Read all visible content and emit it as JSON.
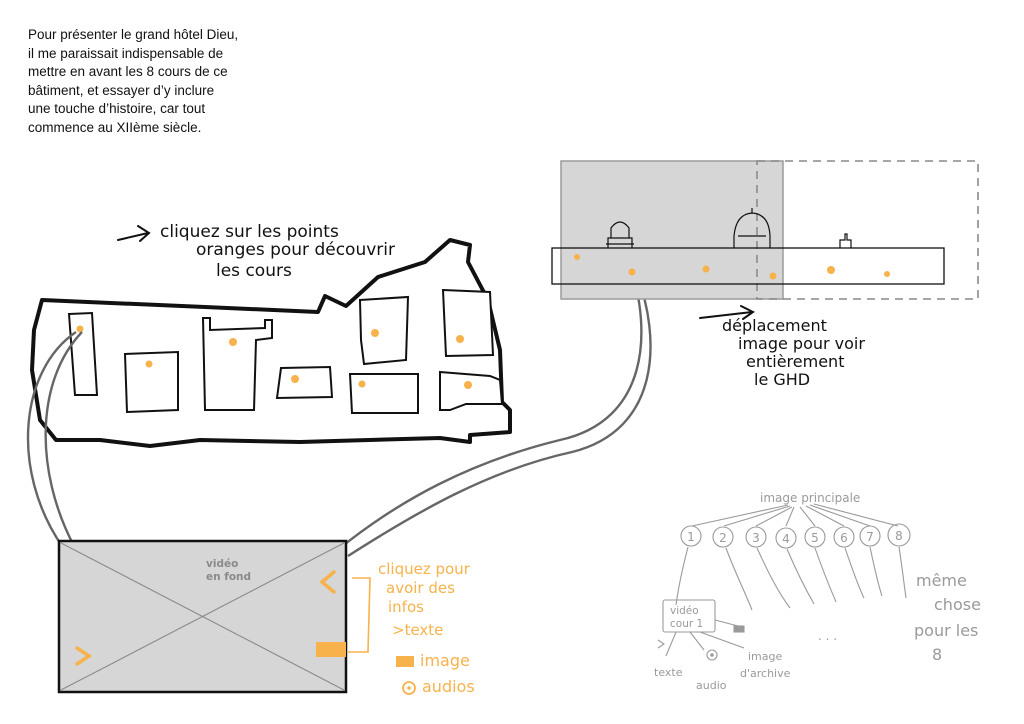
{
  "intro": {
    "lines": [
      "Pour présenter le grand hôtel Dieu,",
      "il me paraissait indispensable de",
      "mettre en avant les 8 cours de ce",
      "bâtiment, et essayer d’y inclure",
      "une touche d’histoire, car tout",
      "commence au XIIème siècle."
    ]
  },
  "notes": {
    "map_hint": [
      "cliquez sur les points",
      "oranges pour découvrir",
      "les cours"
    ],
    "pan_hint": [
      "déplacement",
      "image pour voir",
      "entièrement",
      "le GHD"
    ]
  },
  "video": {
    "bg_label": [
      "vidéo",
      "en fond"
    ],
    "info_hint": [
      "cliquez pour",
      "avoir des",
      "infos"
    ],
    "legend_text": ">texte",
    "legend_image": "image",
    "legend_audio": "audios"
  },
  "tree": {
    "root": "image principale",
    "nodes": [
      "1",
      "2",
      "3",
      "4",
      "5",
      "6",
      "7",
      "8"
    ],
    "child_label": [
      "vidéo",
      "cour 1"
    ],
    "leaf_text": "texte",
    "leaf_audio": "audio",
    "leaf_archive": [
      "image",
      "d'archive"
    ],
    "ellipsis": ". . .",
    "same_note": [
      "même",
      "chose",
      "pour les",
      "8"
    ]
  },
  "colors": {
    "accent": "#f7b24b",
    "ink": "#111111",
    "pencil": "#9a9a9a",
    "panel": "#d6d6d6"
  }
}
